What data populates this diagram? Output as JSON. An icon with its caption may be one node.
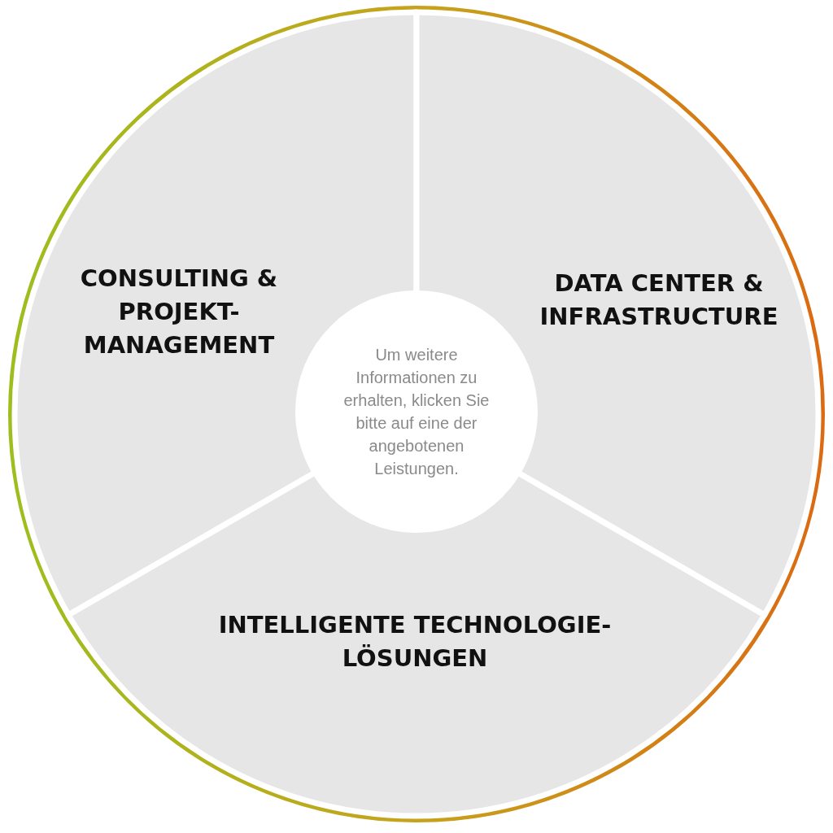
{
  "diagram": {
    "nodes": [
      {
        "text": [
          "CONSULTING & PROJEKT-MANAGEMENT"
        ]
      },
      {
        "text": [
          "DATA CENTER & INFRASTRUCTURE"
        ]
      },
      {
        "text": [
          "INTELLIGENTE TECHNOLOGIE-LÖSUNGEN"
        ]
      },
      {
        "text": [
          "Um weitere Informationen zu erhalten, klicken Sie bitte auf eine der angebotenen Leistungen."
        ]
      }
    ],
    "edges": []
  }
}
